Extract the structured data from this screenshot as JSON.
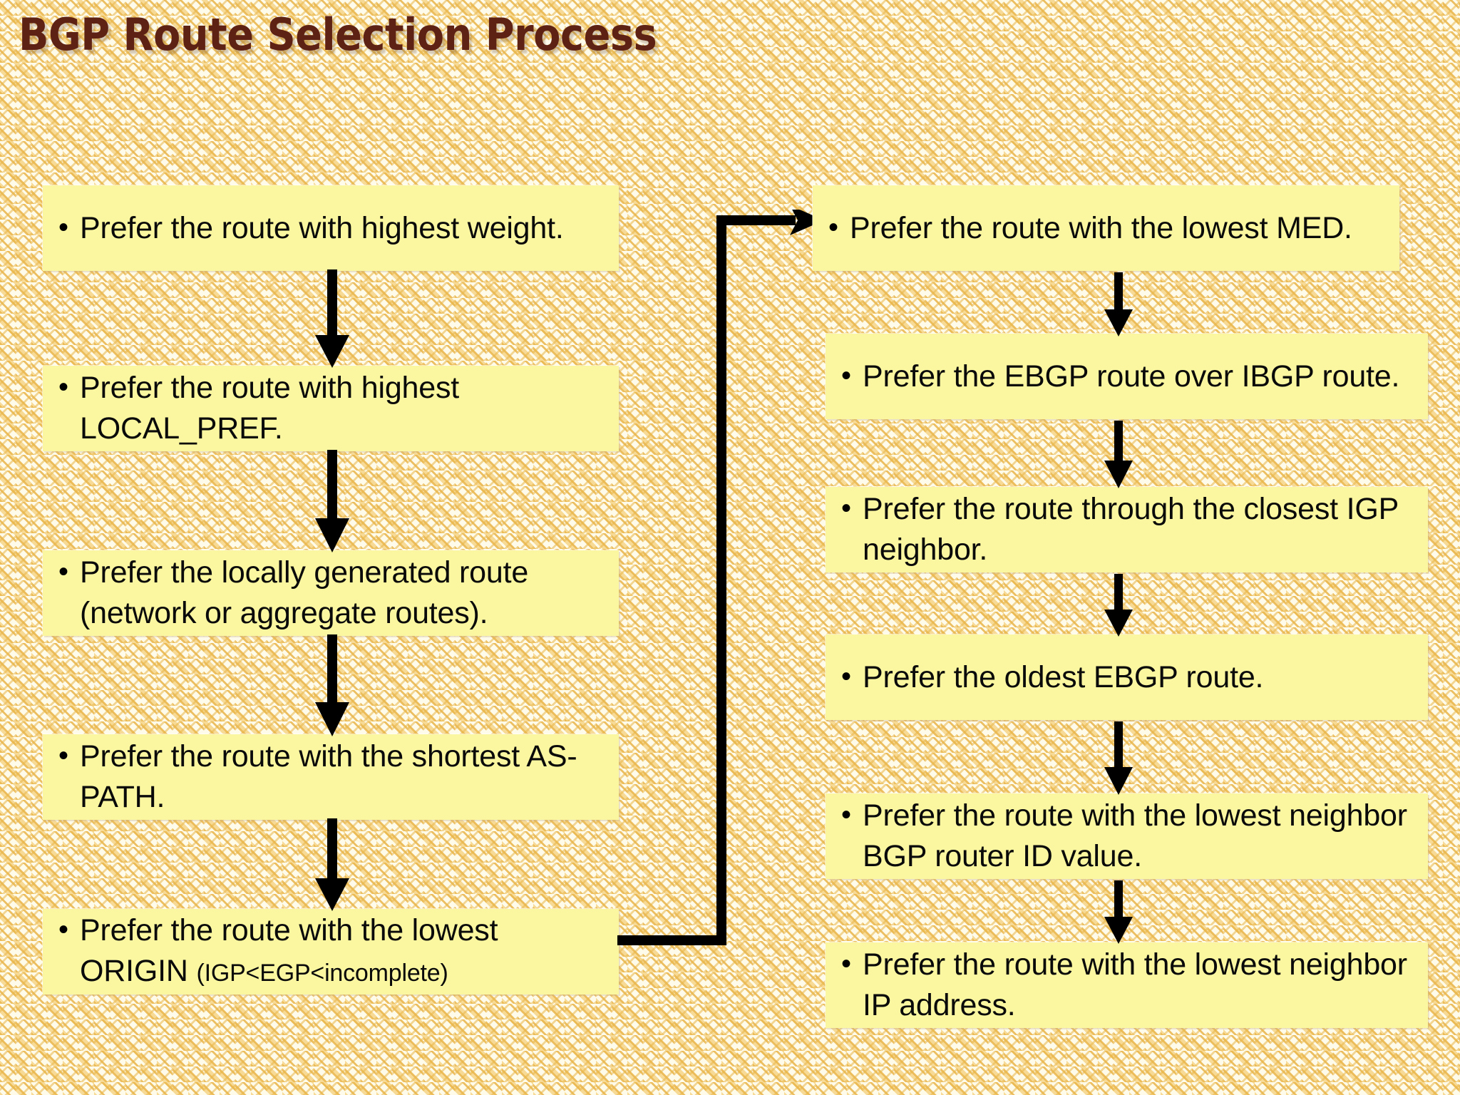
{
  "slide": {
    "title": "BGP Route Selection Process",
    "title_color": "#5E2214",
    "box_color": "#FAF7A0",
    "background_color": "#FDF8E3",
    "arrow_color": "#000000"
  },
  "left_column": [
    {
      "bullet": "•",
      "text": "Prefer the route with highest weight.",
      "step": 1
    },
    {
      "bullet": "•",
      "text": "Prefer the route with highest LOCAL_PREF.",
      "step": 2
    },
    {
      "bullet": "•",
      "text": "Prefer the locally generated route (network or aggregate routes).",
      "step": 3
    },
    {
      "bullet": "•",
      "text": "Prefer the route with the shortest AS-PATH.",
      "step": 4
    },
    {
      "bullet": "•",
      "text": "Prefer the route with the lowest ORIGIN ",
      "text_small": "(IGP<EGP<incomplete)",
      "step": 5
    }
  ],
  "right_column": [
    {
      "bullet": "•",
      "text": "Prefer the route with the lowest MED.",
      "step": 6
    },
    {
      "bullet": "•",
      "text": "Prefer the EBGP route over IBGP route.",
      "step": 7
    },
    {
      "bullet": "•",
      "text": "Prefer the route through the closest IGP neighbor.",
      "step": 8
    },
    {
      "bullet": "•",
      "text": "Prefer the oldest EBGP route.",
      "step": 9
    },
    {
      "bullet": "•",
      "text": "Prefer the route with the lowest neighbor BGP router ID value.",
      "step": 10
    },
    {
      "bullet": "•",
      "text": "Prefer the route with the lowest neighbor IP address.",
      "step": 11
    }
  ],
  "arrows": {
    "left_down_count": 4,
    "right_down_count": 5,
    "connector_label": "flow from step 5 to step 6"
  }
}
